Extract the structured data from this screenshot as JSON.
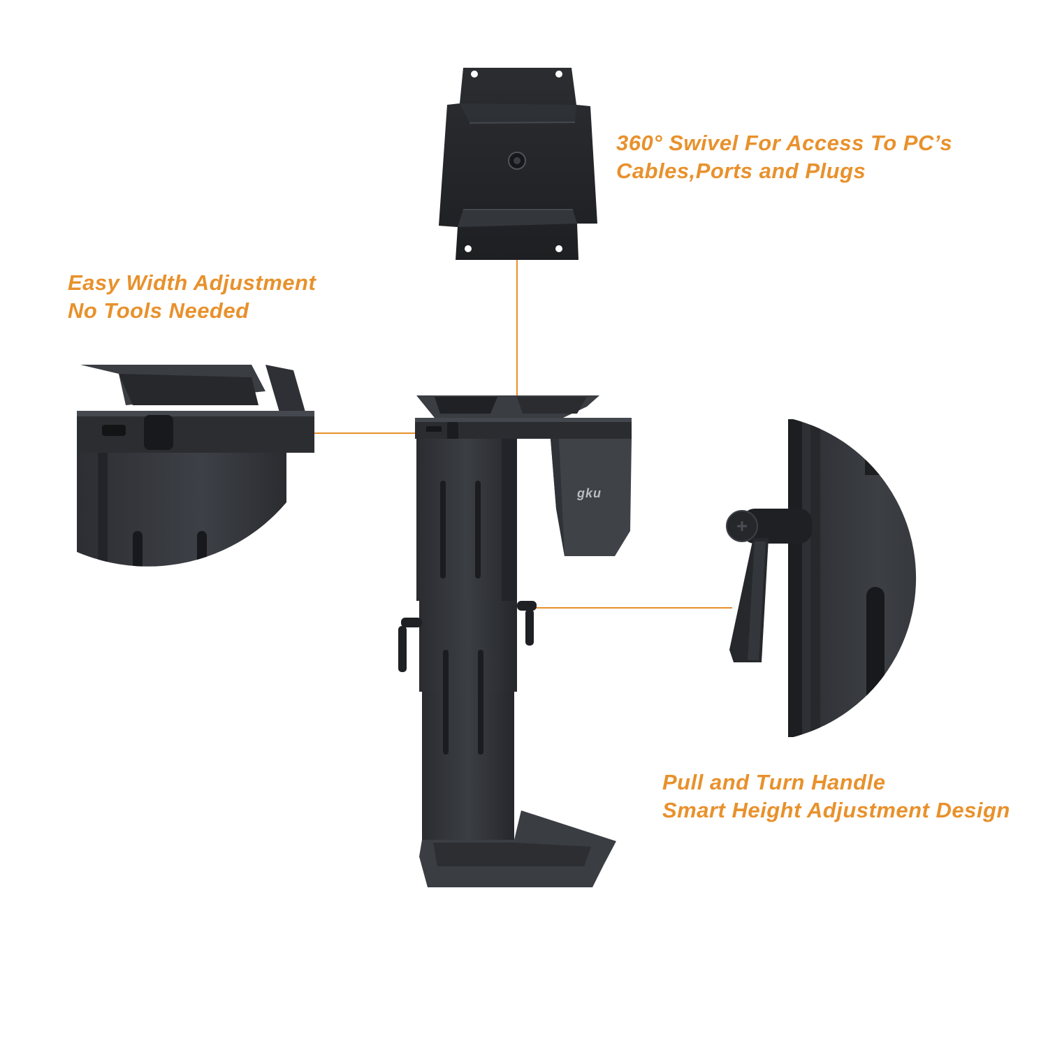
{
  "colors": {
    "accent": "#e8912c",
    "metal_dark": "#1f2124",
    "metal_mid": "#3a3d42",
    "metal_light": "#5a5e64"
  },
  "captions": {
    "swivel": {
      "line1": "360° Swivel For Access To PC’s",
      "line2": "Cables,Ports and Plugs"
    },
    "width": {
      "line1": "Easy Width Adjustment",
      "line2": "No Tools Needed"
    },
    "handle": {
      "line1": "Pull and Turn Handle",
      "line2": "Smart Height Adjustment Design"
    }
  },
  "brand": {
    "logo_text": "gku"
  }
}
